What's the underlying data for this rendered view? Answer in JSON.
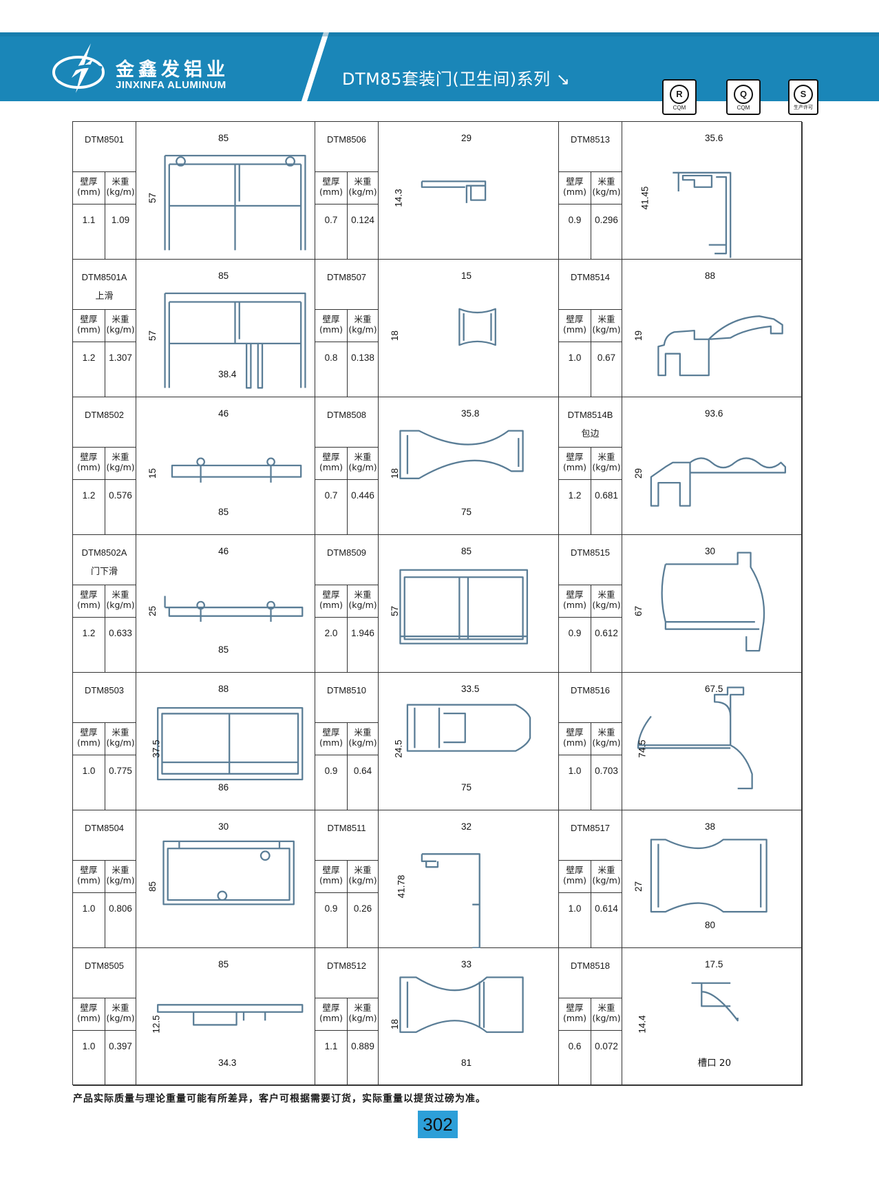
{
  "header": {
    "brand_cn": "金鑫发铝业",
    "brand_en": "JINXINFA ALUMINUM",
    "series_title": "DTM85套装门(卫生间)系列 ↘",
    "certs": [
      {
        "name": "R",
        "caption": "CQM"
      },
      {
        "name": "Q",
        "caption": "CQM"
      },
      {
        "name": "S",
        "caption": "生产许可"
      }
    ],
    "colors": {
      "band": "#1a86b8",
      "band_dark": "#136d98"
    }
  },
  "table": {
    "col_headers": {
      "thickness": "壁厚\n(mm)",
      "weight": "米重\n(kg/m)"
    },
    "profiles": [
      {
        "code": "DTM8501",
        "sub": "",
        "thickness": "1.1",
        "weight": "1.09",
        "dims": [
          "85",
          "57"
        ]
      },
      {
        "code": "DTM8506",
        "sub": "",
        "thickness": "0.7",
        "weight": "0.124",
        "dims": [
          "29",
          "14.3"
        ]
      },
      {
        "code": "DTM8513",
        "sub": "",
        "thickness": "0.9",
        "weight": "0.296",
        "dims": [
          "35.6",
          "41.45"
        ]
      },
      {
        "code": "DTM8501A",
        "sub": "上滑",
        "thickness": "1.2",
        "weight": "1.307",
        "dims": [
          "85",
          "57",
          "38.4"
        ]
      },
      {
        "code": "DTM8507",
        "sub": "",
        "thickness": "0.8",
        "weight": "0.138",
        "dims": [
          "15",
          "18"
        ]
      },
      {
        "code": "DTM8514",
        "sub": "",
        "thickness": "1.0",
        "weight": "0.67",
        "dims": [
          "88",
          "19"
        ]
      },
      {
        "code": "DTM8502",
        "sub": "",
        "thickness": "1.2",
        "weight": "0.576",
        "dims": [
          "46",
          "15",
          "85"
        ]
      },
      {
        "code": "DTM8508",
        "sub": "",
        "thickness": "0.7",
        "weight": "0.446",
        "dims": [
          "35.8",
          "18",
          "75"
        ]
      },
      {
        "code": "DTM8514B",
        "sub": "包边",
        "thickness": "1.2",
        "weight": "0.681",
        "dims": [
          "93.6",
          "29"
        ]
      },
      {
        "code": "DTM8502A",
        "sub": "门下滑",
        "thickness": "1.2",
        "weight": "0.633",
        "dims": [
          "46",
          "25",
          "85"
        ]
      },
      {
        "code": "DTM8509",
        "sub": "",
        "thickness": "2.0",
        "weight": "1.946",
        "dims": [
          "85",
          "57"
        ]
      },
      {
        "code": "DTM8515",
        "sub": "",
        "thickness": "0.9",
        "weight": "0.612",
        "dims": [
          "30",
          "67"
        ]
      },
      {
        "code": "DTM8503",
        "sub": "",
        "thickness": "1.0",
        "weight": "0.775",
        "dims": [
          "88",
          "37.5",
          "86"
        ]
      },
      {
        "code": "DTM8510",
        "sub": "",
        "thickness": "0.9",
        "weight": "0.64",
        "dims": [
          "33.5",
          "24.5",
          "75"
        ]
      },
      {
        "code": "DTM8516",
        "sub": "",
        "thickness": "1.0",
        "weight": "0.703",
        "dims": [
          "67.5",
          "74.5"
        ]
      },
      {
        "code": "DTM8504",
        "sub": "",
        "thickness": "1.0",
        "weight": "0.806",
        "dims": [
          "30",
          "85"
        ]
      },
      {
        "code": "DTM8511",
        "sub": "",
        "thickness": "0.9",
        "weight": "0.26",
        "dims": [
          "32",
          "41.78"
        ]
      },
      {
        "code": "DTM8517",
        "sub": "",
        "thickness": "1.0",
        "weight": "0.614",
        "dims": [
          "38",
          "27",
          "80"
        ]
      },
      {
        "code": "DTM8505",
        "sub": "",
        "thickness": "1.0",
        "weight": "0.397",
        "dims": [
          "85",
          "12.5",
          "34.3"
        ]
      },
      {
        "code": "DTM8512",
        "sub": "",
        "thickness": "1.1",
        "weight": "0.889",
        "dims": [
          "33",
          "18",
          "81"
        ]
      },
      {
        "code": "DTM8518",
        "sub": "",
        "thickness": "0.6",
        "weight": "0.072",
        "dims": [
          "17.5",
          "14.4"
        ],
        "note": "槽口 20"
      }
    ]
  },
  "footnote": "产品实际质量与理论重量可能有所差异，客户可根据需要订货，实际重量以提货过磅为准。",
  "page_number": "302"
}
